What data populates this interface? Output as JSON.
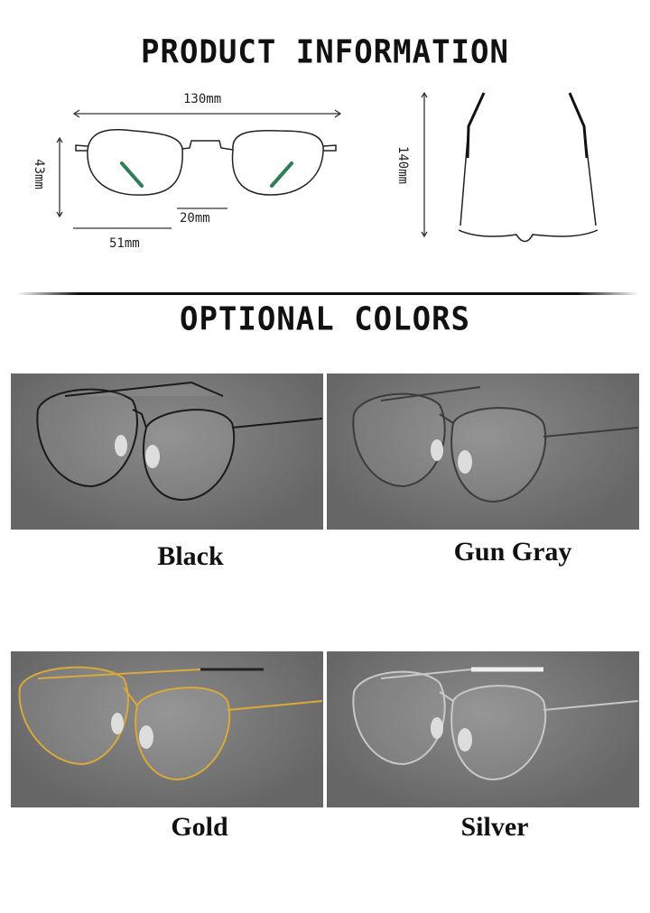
{
  "header": {
    "title": "PRODUCT INFORMATION"
  },
  "dimensions": {
    "total_width": "130mm",
    "lens_height": "43mm",
    "bridge": "20mm",
    "lens_width": "51mm",
    "temple_length": "140mm"
  },
  "colors_section": {
    "title": "OPTIONAL COLORS",
    "options": [
      {
        "label": "Black",
        "frame_color": "#222222"
      },
      {
        "label": "Gun Gray",
        "frame_color": "#4a4a4a"
      },
      {
        "label": "Gold",
        "frame_color": "#d9a93a"
      },
      {
        "label": "Silver",
        "frame_color": "#c8c8c8"
      }
    ]
  }
}
